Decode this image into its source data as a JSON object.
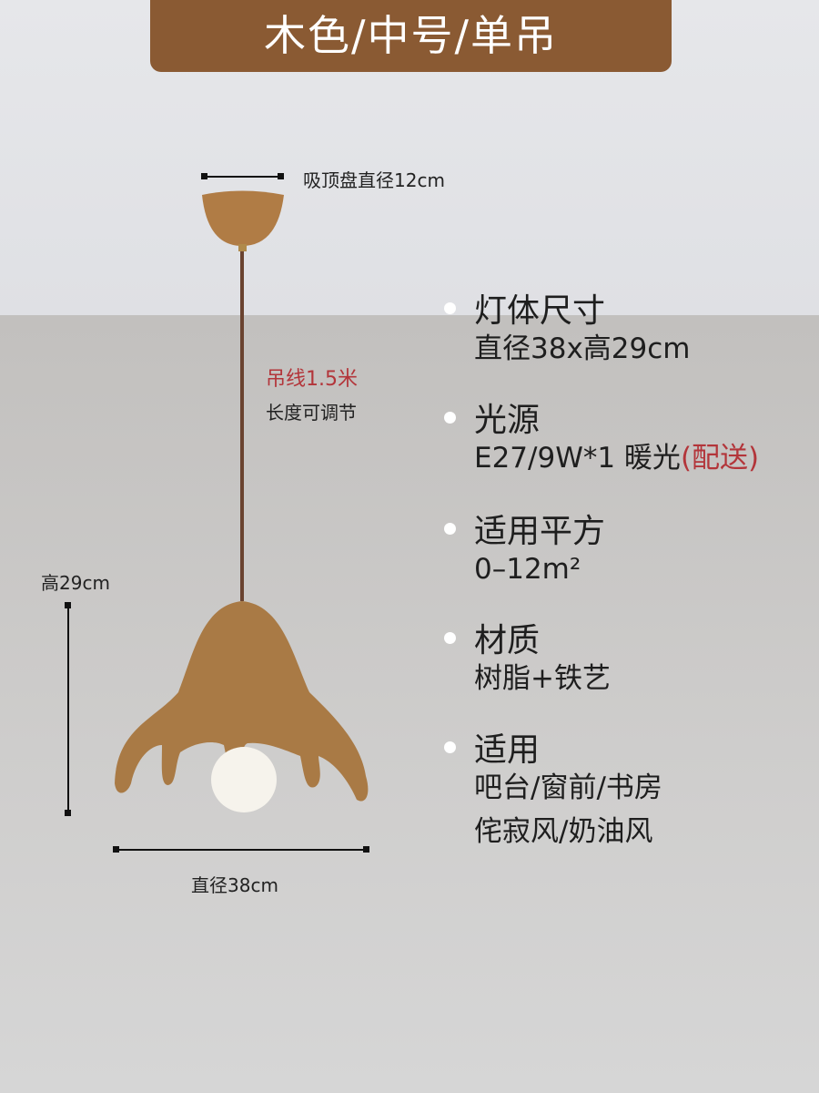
{
  "banner": "木色/中号/单吊",
  "annotations": {
    "canopy": "吸顶盘直径12cm",
    "cord": "吊线1.5米",
    "cord_note": "长度可调节",
    "height": "高29cm",
    "diameter": "直径38cm"
  },
  "specs": [
    {
      "title": "灯体尺寸",
      "value": "直径38x高29cm"
    },
    {
      "title": "光源",
      "value": "E27/9W*1 暖光",
      "value_highlight": "(配送)"
    },
    {
      "title": "适用平方",
      "value": "0–12m²"
    },
    {
      "title": "材质",
      "value": "树脂+铁艺"
    },
    {
      "title": "适用",
      "value": "吧台/窗前/书房",
      "value2": "侘寂风/奶油风"
    }
  ],
  "colors": {
    "banner": "#8a5a33",
    "accent_red": "#b3353a",
    "lamp": "#a97a45"
  }
}
